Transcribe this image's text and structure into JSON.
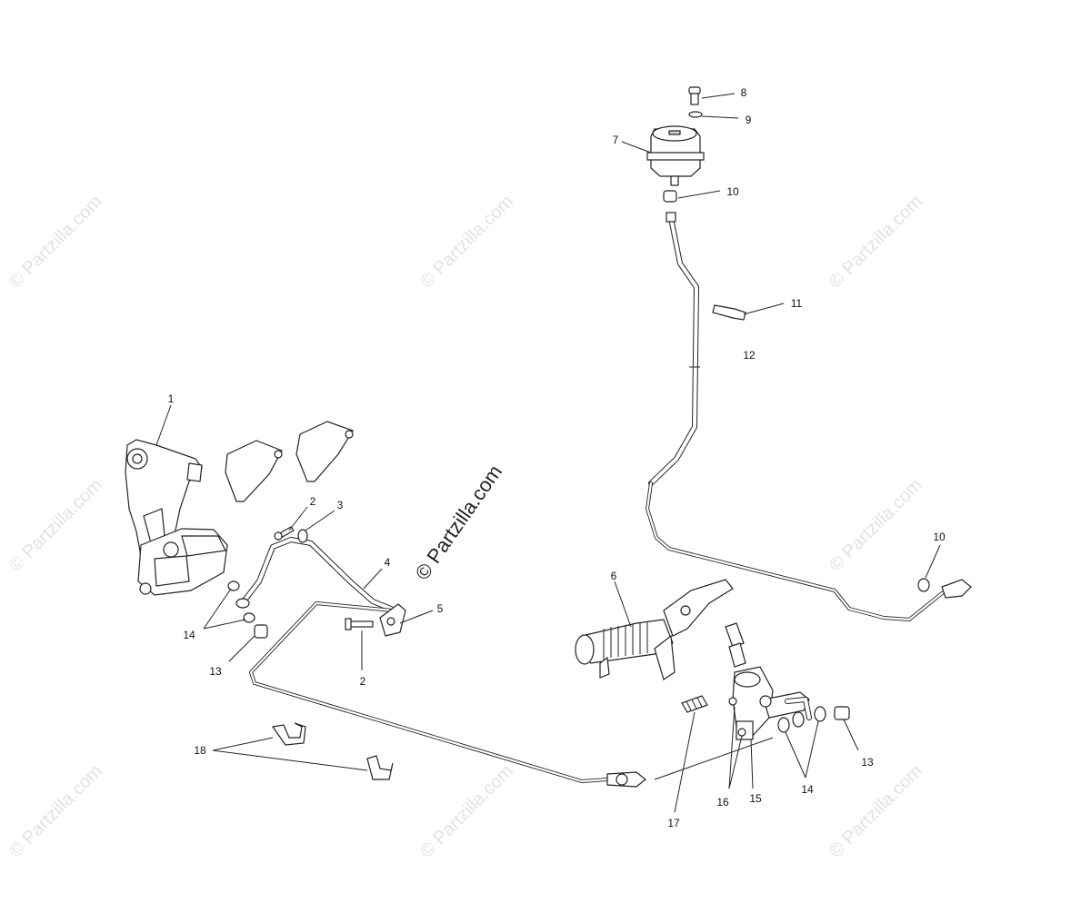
{
  "watermark": {
    "text": "© Partzilla.com",
    "center_text": "© Partzilla.com"
  },
  "callouts": {
    "c1": "1",
    "c2a": "2",
    "c2b": "2",
    "c3": "3",
    "c4": "4",
    "c5": "5",
    "c6": "6",
    "c7": "7",
    "c8": "8",
    "c9": "9",
    "c10a": "10",
    "c10b": "10",
    "c11": "11",
    "c12": "12",
    "c13a": "13",
    "c13b": "13",
    "c14a": "14",
    "c14b": "14",
    "c15": "15",
    "c16": "16",
    "c17": "17",
    "c18": "18"
  }
}
